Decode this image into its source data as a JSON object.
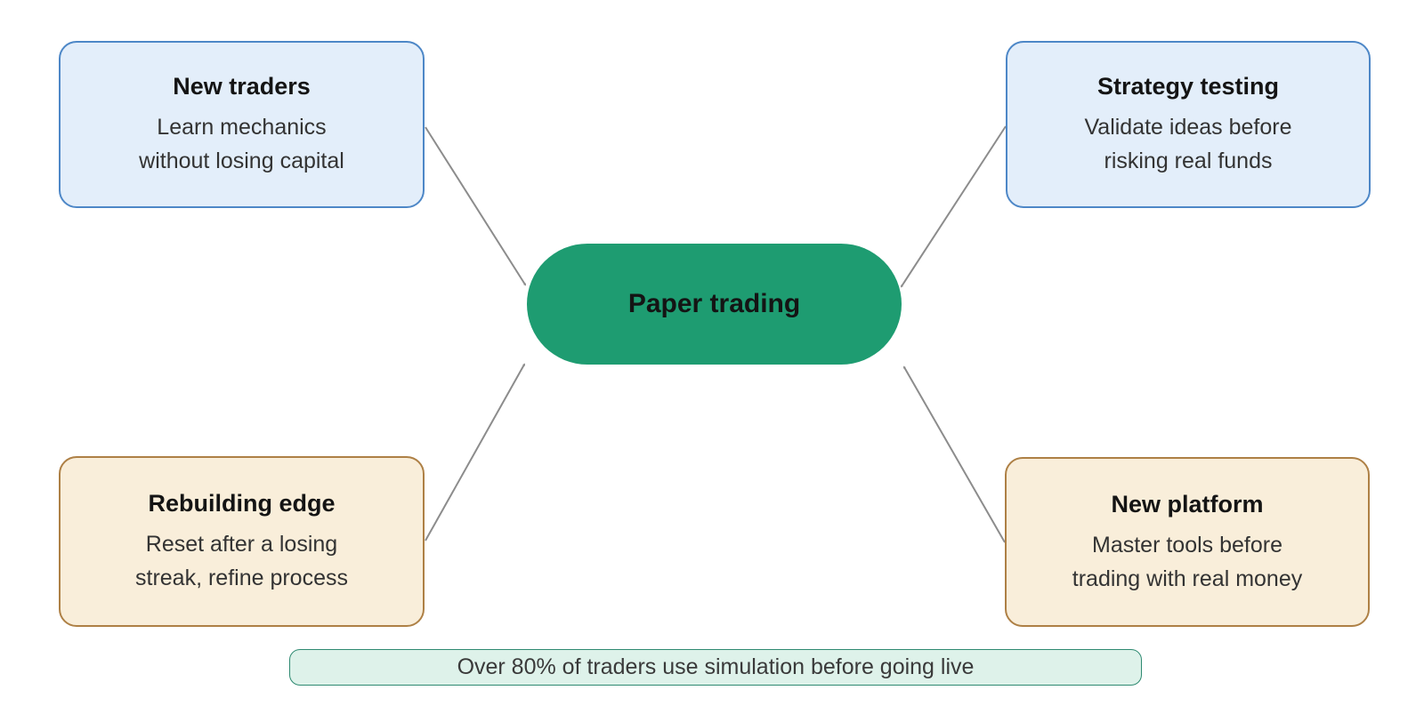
{
  "diagram": {
    "center": {
      "label": "Paper trading"
    },
    "nodes": [
      {
        "id": "new-traders",
        "title": "New traders",
        "description": "Learn mechanics without losing capital",
        "lines": [
          "Learn mechanics",
          "without losing capital"
        ],
        "position": "top-left",
        "variant": "blue"
      },
      {
        "id": "strategy-testing",
        "title": "Strategy testing",
        "description": "Validate ideas before risking real funds",
        "lines": [
          "Validate ideas before",
          "risking real funds"
        ],
        "position": "top-right",
        "variant": "blue"
      },
      {
        "id": "rebuilding-edge",
        "title": "Rebuilding edge",
        "description": "Reset after a losing streak, refine process",
        "lines": [
          "Reset after a losing",
          "streak, refine process"
        ],
        "position": "bottom-left",
        "variant": "tan"
      },
      {
        "id": "new-platform",
        "title": "New platform",
        "description": "Master tools before trading with real money",
        "lines": [
          "Master tools before",
          "trading with real money"
        ],
        "position": "bottom-right",
        "variant": "tan"
      }
    ],
    "footnote": "Over 80% of traders use simulation before going live",
    "colors": {
      "center_fill": "#1e9c71",
      "blue_fill": "#e3eefa",
      "blue_border": "#4d87c7",
      "tan_fill": "#f9eeda",
      "tan_border": "#ae8045",
      "banner_fill": "#def2ea",
      "banner_border": "#2e8a71",
      "arrow": "#8c8c8c"
    }
  }
}
